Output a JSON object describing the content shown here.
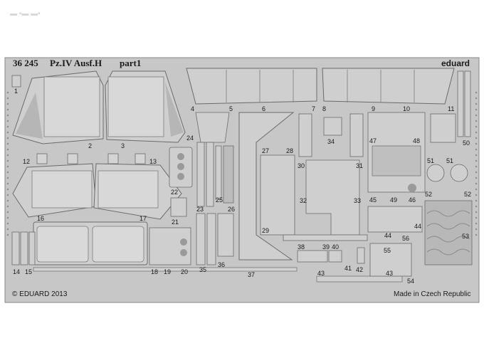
{
  "sheet": {
    "code": "36 245",
    "model": "Pz.IV Ausf.H",
    "part": "part1",
    "brand": "eduard",
    "copyright": "© EDUARD 2013",
    "origin": "Made in Czech Republic"
  },
  "numbers": {
    "n1": "1",
    "n2": "2",
    "n3": "3",
    "n4": "4",
    "n5": "5",
    "n6": "6",
    "n7": "7",
    "n8": "8",
    "n9": "9",
    "n10": "10",
    "n11": "11",
    "n12": "12",
    "n13": "13",
    "n14": "14",
    "n15": "15",
    "n16": "16",
    "n17": "17",
    "n18": "18",
    "n19": "19",
    "n20": "20",
    "n21": "21",
    "n22": "22",
    "n23": "23",
    "n24": "24",
    "n25": "25",
    "n26": "26",
    "n27": "27",
    "n28": "28",
    "n29": "29",
    "n30": "30",
    "n31": "31",
    "n32": "32",
    "n33": "33",
    "n34": "34",
    "n35": "35",
    "n36": "36",
    "n37": "37",
    "n38": "38",
    "n39": "39",
    "n40": "40",
    "n41": "41",
    "n42": "42",
    "n43a": "43",
    "n43b": "43",
    "n44a": "44",
    "n44b": "44",
    "n45": "45",
    "n46": "46",
    "n47": "47",
    "n48": "48",
    "n49": "49",
    "n50": "50",
    "n51a": "51",
    "n51b": "51",
    "n52a": "52",
    "n52b": "52",
    "n53": "53",
    "n54": "54",
    "n55": "55",
    "n56": "56"
  },
  "colors": {
    "sheet": "#c7c7c7",
    "part": "#cfcfcf",
    "part_shade": "#a9a9a9",
    "outline": "#6b6b6b",
    "text": "#1b1b1b"
  }
}
